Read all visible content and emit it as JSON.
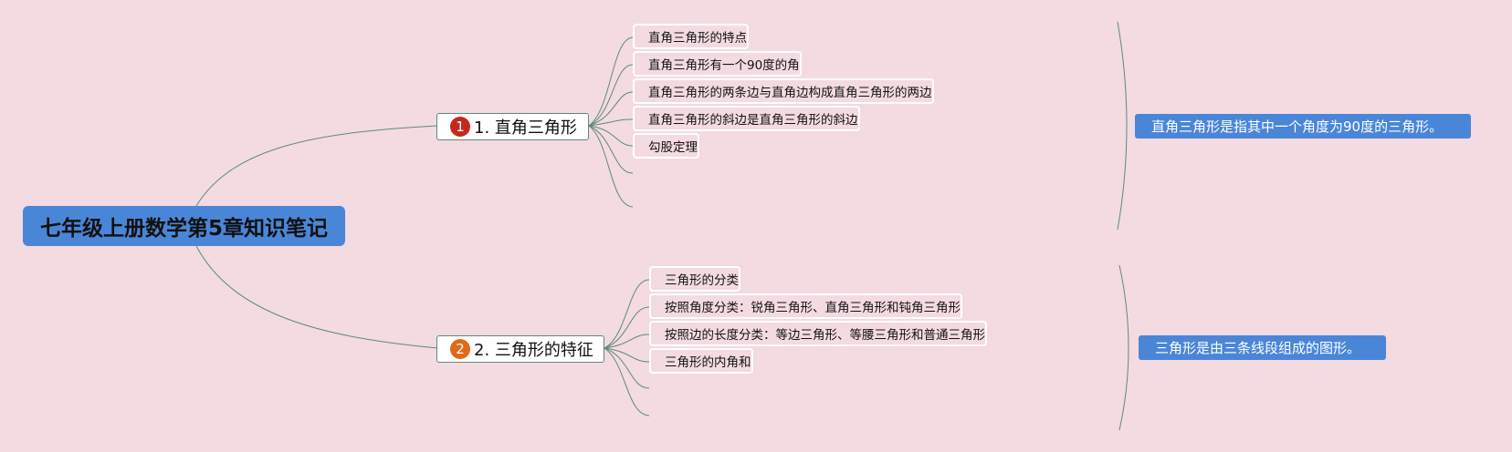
{
  "root": {
    "title": "七年级上册数学第5章知识笔记"
  },
  "branches": [
    {
      "number": "1",
      "label": "1. 直角三角形",
      "badge_color": "#c5281c",
      "leaves": [
        "直角三角形的特点",
        "直角三角形有一个90度的角",
        "直角三角形的两条边与直角边构成直角三角形的两边",
        "直角三角形的斜边是直角三角形的斜边",
        "勾股定理"
      ],
      "note": "直角三角形是指其中一个角度为90度的三角形。"
    },
    {
      "number": "2",
      "label": "2. 三角形的特征",
      "badge_color": "#e0691a",
      "leaves": [
        "三角形的分类",
        "按照角度分类：锐角三角形、直角三角形和钝角三角形",
        "按照边的长度分类：等边三角形、等腰三角形和普通三角形",
        "三角形的内角和"
      ],
      "note": "三角形是由三条线段组成的图形。"
    }
  ],
  "colors": {
    "background": "#f3dbe1",
    "root_fill": "#4a86d8",
    "note_fill": "#4a86d8",
    "connector": "#5e8a78"
  }
}
